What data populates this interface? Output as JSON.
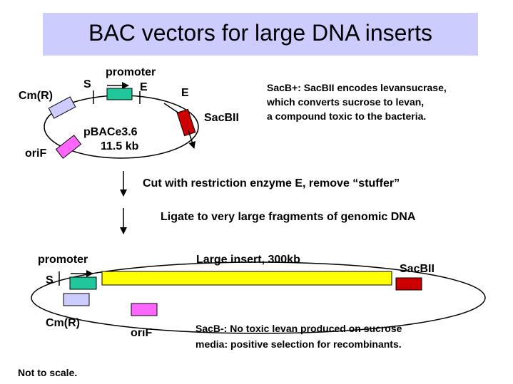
{
  "title": "BAC vectors for large DNA inserts",
  "colors": {
    "title_bg": "#ccccff",
    "promoter": "#1fc79a",
    "cm_r": "#ccccff",
    "ori_f": "#ff66ff",
    "sacb": "#cc0000",
    "insert": "#ffff00"
  },
  "vector": {
    "promoter_label": "promoter",
    "s_label": "S",
    "e1_label": "E",
    "e2_label": "E",
    "cm_label": "Cm(R)",
    "sacb_label": "SacBII",
    "name": "pBACe3.6",
    "size": "11.5 kb",
    "ori_label": "oriF"
  },
  "note_top": {
    "line1": "SacB+: SacBII encodes levansucrase,",
    "line2": "which converts sucrose to levan,",
    "line3": "a compound toxic to the bacteria."
  },
  "steps": {
    "step1": "Cut with restriction enzyme E, remove “stuffer”",
    "step2": "Ligate to very large fragments  of genomic DNA"
  },
  "recombinant": {
    "promoter_label": "promoter",
    "s_label": "S",
    "insert_label": "Large insert, 300kb",
    "sacb_label": "SacBII",
    "cm_label": "Cm(R)",
    "ori_label": "oriF"
  },
  "note_bottom": {
    "line1": "SacB-: No toxic levan produced on sucrose",
    "line2": "media: positive selection for recombinants."
  },
  "footer": "Not to scale."
}
